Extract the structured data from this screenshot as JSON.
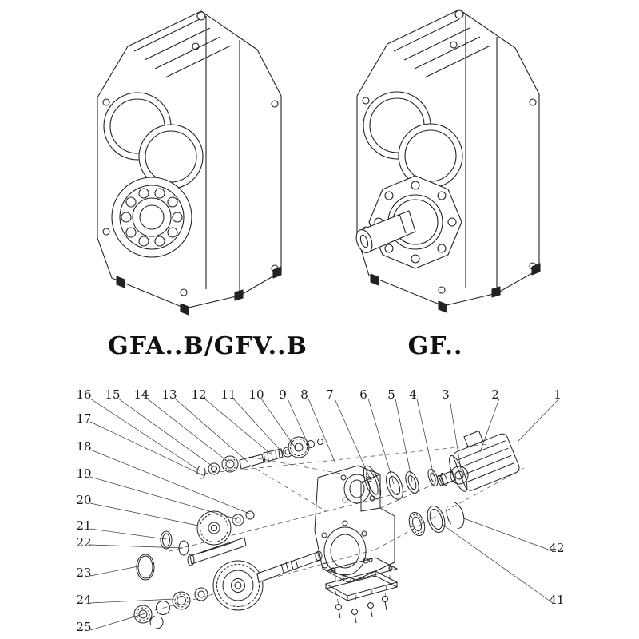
{
  "figures": [
    {
      "label": "GFA..B/GFV..B"
    },
    {
      "label": "GF.."
    }
  ],
  "exploded": {
    "callouts_top": [
      "16",
      "15",
      "14",
      "13",
      "12",
      "11",
      "10",
      "9",
      "8",
      "7",
      "6",
      "5",
      "4",
      "3",
      "2",
      "1"
    ],
    "callouts_left": [
      "17",
      "18",
      "19",
      "20",
      "21",
      "22",
      "23",
      "24",
      "25"
    ],
    "callouts_right": [
      "42",
      "41"
    ]
  },
  "colors": {
    "line": "#222222",
    "leader": "#333333",
    "background": "#ffffff"
  }
}
